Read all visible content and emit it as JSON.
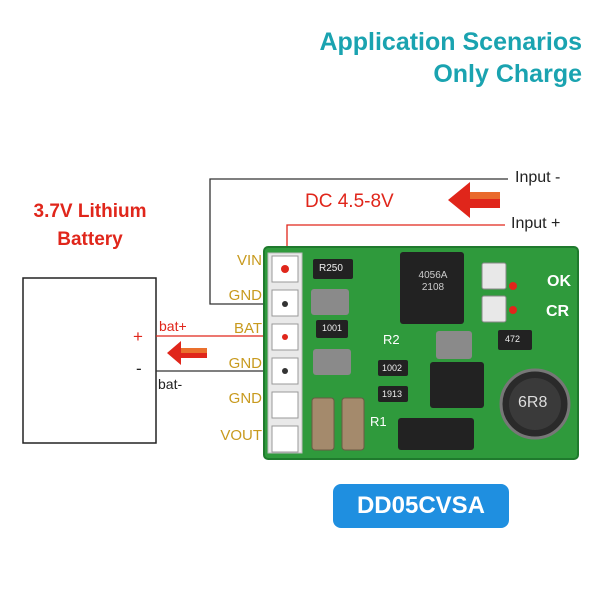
{
  "header": {
    "line1": "Application Scenarios",
    "line2": "Only Charge"
  },
  "battery": {
    "label_line1": "3.7V Lithium",
    "label_line2": "Battery",
    "plus_sign": "+",
    "minus_sign": "-"
  },
  "wires": {
    "input_minus": "Input -",
    "input_plus": "Input +",
    "dc_range": "DC 4.5-8V",
    "bat_plus": "bat+",
    "bat_minus": "bat-"
  },
  "pins": [
    "VIN",
    "GND",
    "BAT",
    "GND",
    "GND",
    "VOUT"
  ],
  "board": {
    "chip_main": "4056A 2108",
    "res_top": "R250",
    "res_1": "1001",
    "res_2": "1002",
    "res_3": "1913",
    "res_4": "472",
    "label_r2": "R2",
    "label_r1": "R1",
    "inductor": "6R8",
    "led_ok": "OK",
    "led_cr": "CR"
  },
  "model": "DD05CVSA",
  "colors": {
    "title": "#1aa3b0",
    "red": "#e0261b",
    "pcb": "#2f9a3c",
    "pin_label": "#c89a1e",
    "badge": "#1f8fe0"
  }
}
